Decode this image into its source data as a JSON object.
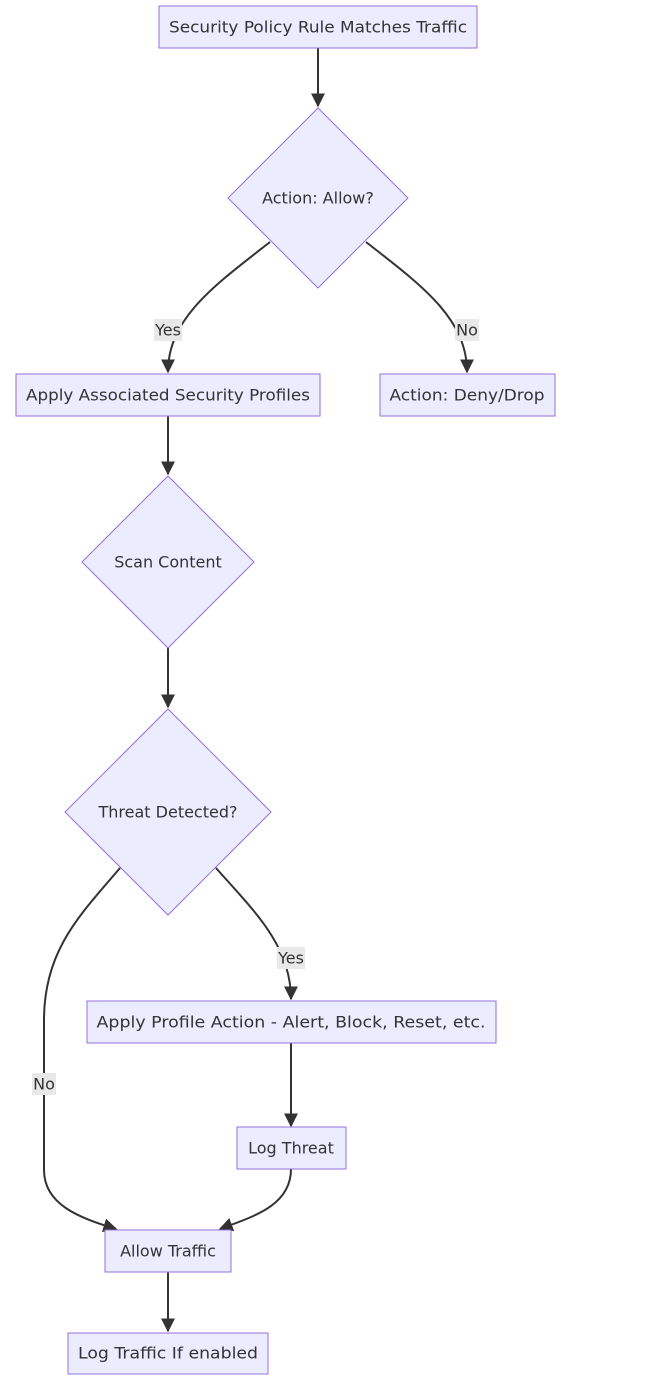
{
  "nodes": {
    "start": "Security Policy Rule Matches Traffic",
    "allow_decision": "Action: Allow?",
    "apply_profiles": "Apply Associated Security Profiles",
    "deny": "Action: Deny/Drop",
    "scan": "Scan Content",
    "threat_decision": "Threat Detected?",
    "profile_action": "Apply Profile Action - Alert, Block, Reset, etc.",
    "log_threat": "Log Threat",
    "allow_traffic": "Allow Traffic",
    "log_traffic": "Log Traffic If enabled"
  },
  "edge_labels": {
    "allow_yes": "Yes",
    "allow_no": "No",
    "threat_yes": "Yes",
    "threat_no": "No"
  },
  "colors": {
    "node_fill": "#ECECFF",
    "node_stroke": "#9370DB",
    "edge": "#333333",
    "label_bg": "#E8E8E8"
  }
}
